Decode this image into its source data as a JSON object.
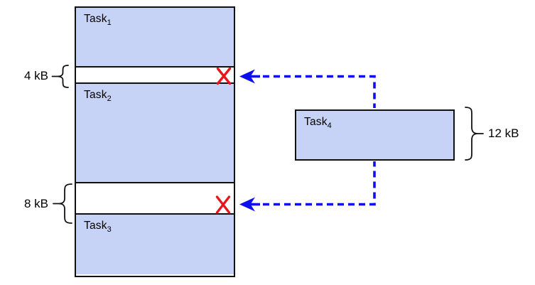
{
  "memory": {
    "segments": [
      {
        "kind": "task",
        "base": "Task",
        "sub": "1"
      },
      {
        "kind": "gap",
        "size": "4 kB"
      },
      {
        "kind": "task",
        "base": "Task",
        "sub": "2"
      },
      {
        "kind": "gap",
        "size": "8 kB"
      },
      {
        "kind": "task",
        "base": "Task",
        "sub": "3"
      }
    ]
  },
  "incoming_task": {
    "base": "Task",
    "sub": "4",
    "size": "12 kB"
  },
  "icons": {
    "reject": "red-x-icon",
    "arrow": "blue-dashed-left-arrow"
  },
  "colors": {
    "task_fill": "#c7d2f7",
    "outline": "#111111",
    "arrow_blue": "#0d0dee",
    "reject_red": "#e8151b",
    "label_text": "#000000"
  }
}
